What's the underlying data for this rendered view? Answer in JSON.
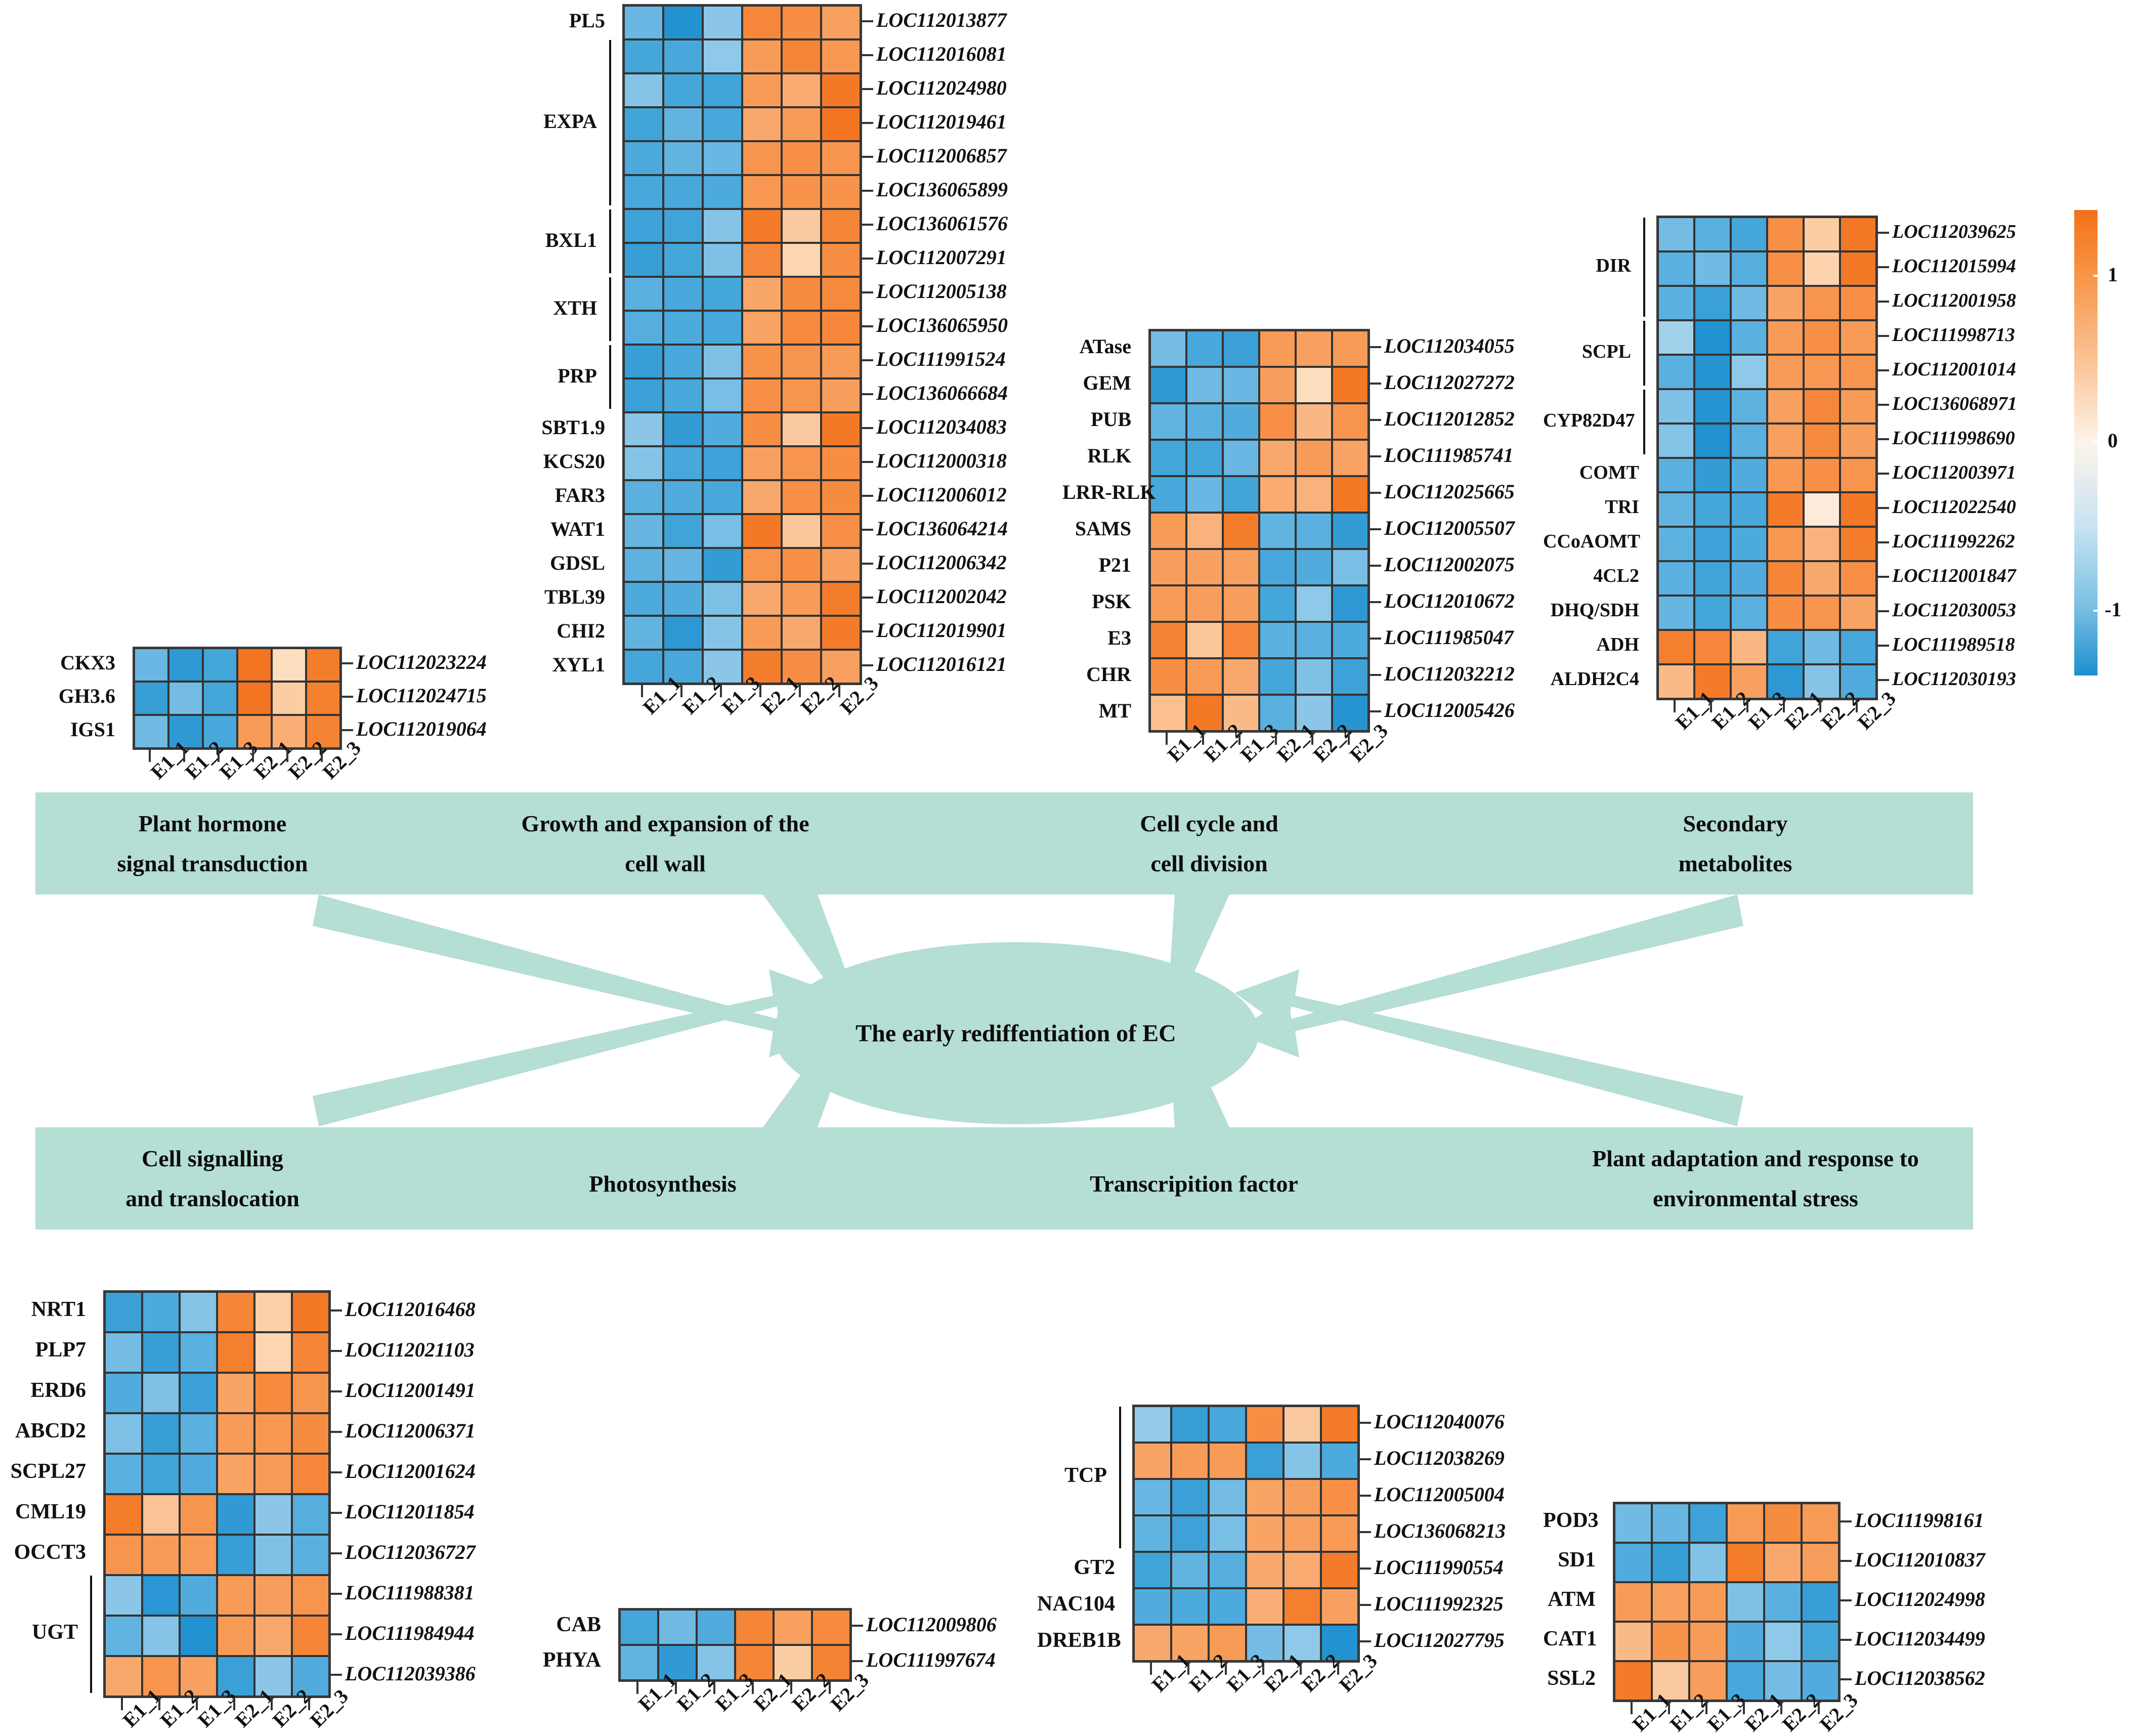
{
  "colors": {
    "accent_teal": "#b5ded4",
    "heat_low": "#1884c7",
    "heat_mid": "#fbf4ee",
    "heat_high": "#f57c20",
    "grid_border": "#333333"
  },
  "center": {
    "label": "The early rediffentiation of EC",
    "label_text": "The early rediffentiation of EC"
  },
  "banners": {
    "top": [
      {
        "name": "plant-hormone",
        "lines": [
          "Plant hormone",
          "signal transduction"
        ]
      },
      {
        "name": "growth-cell-wall",
        "lines": [
          "Growth and expansion of the",
          "cell wall"
        ]
      },
      {
        "name": "cell-cycle",
        "lines": [
          "Cell cycle and",
          "cell division"
        ]
      },
      {
        "name": "secondary-metabolites",
        "lines": [
          "Secondary",
          "metabolites"
        ]
      }
    ],
    "bottom": [
      {
        "name": "cell-signalling",
        "lines": [
          "Cell signalling",
          "and translocation"
        ]
      },
      {
        "name": "photosynthesis",
        "lines": [
          "Photosynthesis",
          ""
        ]
      },
      {
        "name": "transcription-factor",
        "lines": [
          "Transcripition factor",
          ""
        ]
      },
      {
        "name": "plant-adaptation",
        "lines": [
          "Plant adaptation and response to",
          "environmental stress"
        ]
      }
    ]
  },
  "colorbar": {
    "ticks": [
      "1",
      "0",
      "-1"
    ],
    "min": -1,
    "max": 1
  },
  "chart_data": [
    {
      "id": "plant-hormone",
      "type": "heatmap",
      "title": "Plant hormone signal transduction",
      "categories": [
        "E1_1",
        "E1_2",
        "E1_3",
        "E2_1",
        "E2_2",
        "E2_3"
      ],
      "rows": [
        "CKX3",
        "GH3.6",
        "IGS1"
      ],
      "loci": [
        "LOC112023224",
        "LOC112024715",
        "LOC112019064"
      ],
      "groups": [],
      "zlim": [
        -1,
        1
      ],
      "values": [
        [
          -0.55,
          -0.85,
          -0.72,
          0.95,
          0.18,
          0.88
        ],
        [
          -0.8,
          -0.5,
          -0.72,
          0.95,
          0.28,
          0.85
        ],
        [
          -0.52,
          -0.85,
          -0.7,
          0.62,
          0.48,
          0.82
        ]
      ]
    },
    {
      "id": "growth-cell-wall",
      "type": "heatmap",
      "title": "Growth and expansion of the cell wall",
      "categories": [
        "E1_1",
        "E1_2",
        "E1_3",
        "E2_1",
        "E2_2",
        "E2_3"
      ],
      "rows": [
        "PL5",
        "EXPA",
        "EXPA",
        "EXPA",
        "EXPA",
        "EXPA",
        "BXL1",
        "BXL1",
        "XTH",
        "XTH",
        "PRP",
        "PRP",
        "SBT1.9",
        "KCS20",
        "FAR3",
        "WAT1",
        "GDSL",
        "TBL39",
        "CHI2",
        "XYL1"
      ],
      "row_labels": [
        "PL5",
        "",
        "",
        "",
        "",
        "",
        "",
        "",
        "",
        "",
        "",
        "",
        "SBT1.9",
        "KCS20",
        "FAR3",
        "WAT1",
        "GDSL",
        "TBL39",
        "CHI2",
        "XYL1"
      ],
      "groups": [
        {
          "label": "EXPA",
          "start": 1,
          "end": 5
        },
        {
          "label": "BXL1",
          "start": 6,
          "end": 7
        },
        {
          "label": "XTH",
          "start": 8,
          "end": 9
        },
        {
          "label": "PRP",
          "start": 10,
          "end": 11
        }
      ],
      "loci": [
        "LOC112013877",
        "LOC112016081",
        "LOC112024980",
        "LOC112019461",
        "LOC112006857",
        "LOC136065899",
        "LOC136061576",
        "LOC112007291",
        "LOC112005138",
        "LOC136065950",
        "LOC111991524",
        "LOC136066684",
        "LOC112034083",
        "LOC112000318",
        "LOC112006012",
        "LOC136064214",
        "LOC112006342",
        "LOC112002042",
        "LOC112019901",
        "LOC112016121"
      ],
      "zlim": [
        -1,
        1
      ],
      "values": [
        [
          -0.55,
          -0.92,
          -0.4,
          0.78,
          0.72,
          0.58
        ],
        [
          -0.72,
          -0.7,
          -0.38,
          0.62,
          0.8,
          0.64
        ],
        [
          -0.42,
          -0.72,
          -0.74,
          0.62,
          0.5,
          0.92
        ],
        [
          -0.74,
          -0.58,
          -0.7,
          0.52,
          0.62,
          0.95
        ],
        [
          -0.68,
          -0.58,
          -0.55,
          0.66,
          0.7,
          0.66
        ],
        [
          -0.7,
          -0.7,
          -0.68,
          0.64,
          0.68,
          0.68
        ],
        [
          -0.76,
          -0.74,
          -0.42,
          0.9,
          0.3,
          0.8
        ],
        [
          -0.8,
          -0.72,
          -0.45,
          0.78,
          0.22,
          0.72
        ],
        [
          -0.62,
          -0.7,
          -0.72,
          0.54,
          0.74,
          0.76
        ],
        [
          -0.64,
          -0.68,
          -0.7,
          0.56,
          0.76,
          0.78
        ],
        [
          -0.8,
          -0.7,
          -0.45,
          0.68,
          0.66,
          0.62
        ],
        [
          -0.78,
          -0.7,
          -0.48,
          0.7,
          0.66,
          0.6
        ],
        [
          -0.4,
          -0.82,
          -0.66,
          0.72,
          0.3,
          0.92
        ],
        [
          -0.42,
          -0.7,
          -0.76,
          0.58,
          0.66,
          0.72
        ],
        [
          -0.62,
          -0.66,
          -0.7,
          0.52,
          0.7,
          0.74
        ],
        [
          -0.56,
          -0.74,
          -0.48,
          0.92,
          0.32,
          0.7
        ],
        [
          -0.6,
          -0.56,
          -0.82,
          0.66,
          0.7,
          0.58
        ],
        [
          -0.68,
          -0.66,
          -0.46,
          0.52,
          0.62,
          0.88
        ],
        [
          -0.58,
          -0.86,
          -0.42,
          0.62,
          0.52,
          0.9
        ],
        [
          -0.72,
          -0.7,
          -0.4,
          0.88,
          0.72,
          0.58
        ]
      ]
    },
    {
      "id": "cell-cycle",
      "type": "heatmap",
      "title": "Cell cycle and cell division",
      "categories": [
        "E1_1",
        "E1_2",
        "E1_3",
        "E2_1",
        "E2_2",
        "E2_3"
      ],
      "rows": [
        "ATase",
        "GEM",
        "PUB",
        "RLK",
        "LRR-RLK",
        "SAMS",
        "P21",
        "PSK",
        "E3",
        "CHR",
        "MT"
      ],
      "groups": [],
      "loci": [
        "LOC112034055",
        "LOC112027272",
        "LOC112012852",
        "LOC111985741",
        "LOC112025665",
        "LOC112005507",
        "LOC112002075",
        "LOC112010672",
        "LOC111985047",
        "LOC112032212",
        "LOC112005426"
      ],
      "zlim": [
        -1,
        1
      ],
      "values": [
        [
          -0.5,
          -0.7,
          -0.78,
          0.62,
          0.58,
          0.62
        ],
        [
          -0.85,
          -0.52,
          -0.55,
          0.6,
          0.18,
          0.92
        ],
        [
          -0.58,
          -0.62,
          -0.66,
          0.7,
          0.42,
          0.66
        ],
        [
          -0.72,
          -0.72,
          -0.55,
          0.52,
          0.62,
          0.56
        ],
        [
          -0.7,
          -0.55,
          -0.74,
          0.5,
          0.45,
          0.92
        ],
        [
          0.62,
          0.45,
          0.88,
          -0.58,
          -0.62,
          -0.82
        ],
        [
          0.6,
          0.58,
          0.58,
          -0.7,
          -0.66,
          -0.48
        ],
        [
          0.62,
          0.6,
          0.6,
          -0.72,
          -0.38,
          -0.86
        ],
        [
          0.82,
          0.32,
          0.78,
          -0.62,
          -0.62,
          -0.68
        ],
        [
          0.72,
          0.62,
          0.52,
          -0.72,
          -0.45,
          -0.76
        ],
        [
          0.36,
          0.92,
          0.4,
          -0.62,
          -0.4,
          -0.9
        ]
      ]
    },
    {
      "id": "secondary-metabolites",
      "type": "heatmap",
      "title": "Secondary metabolites",
      "categories": [
        "E1_1",
        "E1_2",
        "E1_3",
        "E2_1",
        "E2_2",
        "E2_3"
      ],
      "rows": [
        "DIR",
        "DIR",
        "DIR",
        "SCPL",
        "SCPL",
        "CYP82D47",
        "CYP82D47",
        "COMT",
        "TRI",
        "CCoAOMT",
        "4CL2",
        "DHQ/SDH",
        "ADH",
        "ALDH2C4"
      ],
      "row_labels": [
        "",
        "",
        "",
        "",
        "",
        "",
        "",
        "COMT",
        "TRI",
        "CCoAOMT",
        "4CL2",
        "DHQ/SDH",
        "ADH",
        "ALDH2C4"
      ],
      "groups": [
        {
          "label": "DIR",
          "start": 0,
          "end": 2
        },
        {
          "label": "SCPL",
          "start": 3,
          "end": 4
        },
        {
          "label": "CYP82D47",
          "start": 5,
          "end": 6
        }
      ],
      "loci": [
        "LOC112039625",
        "LOC112015994",
        "LOC112001958",
        "LOC111998713",
        "LOC112001014",
        "LOC136068971",
        "LOC111998690",
        "LOC112003971",
        "LOC112022540",
        "LOC111992262",
        "LOC112001847",
        "LOC112030053",
        "LOC111989518",
        "LOC112030193"
      ],
      "zlim": [
        -1,
        1
      ],
      "values": [
        [
          -0.5,
          -0.62,
          -0.72,
          0.7,
          0.28,
          0.92
        ],
        [
          -0.62,
          -0.52,
          -0.64,
          0.7,
          0.24,
          0.92
        ],
        [
          -0.62,
          -0.78,
          -0.52,
          0.55,
          0.66,
          0.7
        ],
        [
          -0.3,
          -0.92,
          -0.62,
          0.62,
          0.7,
          0.62
        ],
        [
          -0.62,
          -0.9,
          -0.38,
          0.62,
          0.64,
          0.66
        ],
        [
          -0.45,
          -0.9,
          -0.6,
          0.58,
          0.78,
          0.62
        ],
        [
          -0.42,
          -0.92,
          -0.62,
          0.58,
          0.76,
          0.6
        ],
        [
          -0.62,
          -0.82,
          -0.66,
          0.64,
          0.7,
          0.66
        ],
        [
          -0.58,
          -0.72,
          -0.7,
          0.9,
          0.1,
          0.92
        ],
        [
          -0.6,
          -0.76,
          -0.68,
          0.64,
          0.45,
          0.88
        ],
        [
          -0.62,
          -0.74,
          -0.66,
          0.8,
          0.52,
          0.7
        ],
        [
          -0.56,
          -0.72,
          -0.62,
          0.72,
          0.66,
          0.56
        ],
        [
          0.86,
          0.78,
          0.42,
          -0.74,
          -0.52,
          -0.7
        ],
        [
          0.4,
          0.9,
          0.58,
          -0.86,
          -0.42,
          -0.66
        ]
      ]
    },
    {
      "id": "cell-signalling",
      "type": "heatmap",
      "title": "Cell signalling and translocation",
      "categories": [
        "E1_1",
        "E1_2",
        "E1_3",
        "E2_1",
        "E2_2",
        "E2_3"
      ],
      "rows": [
        "NRT1",
        "PLP7",
        "ERD6",
        "ABCD2",
        "SCPL27",
        "CML19",
        "OCCT3",
        "UGT",
        "UGT",
        "UGT"
      ],
      "row_labels": [
        "NRT1",
        "PLP7",
        "ERD6",
        "ABCD2",
        "SCPL27",
        "CML19",
        "OCCT3",
        "",
        "",
        ""
      ],
      "groups": [
        {
          "label": "UGT",
          "start": 7,
          "end": 9
        }
      ],
      "loci": [
        "LOC112016468",
        "LOC112021103",
        "LOC112001491",
        "LOC112006371",
        "LOC112001624",
        "LOC112011854",
        "LOC112036727",
        "LOC111988381",
        "LOC111984944",
        "LOC112039386"
      ],
      "zlim": [
        -1,
        1
      ],
      "values": [
        [
          -0.78,
          -0.68,
          -0.42,
          0.8,
          0.26,
          0.92
        ],
        [
          -0.5,
          -0.8,
          -0.62,
          0.86,
          0.22,
          0.8
        ],
        [
          -0.66,
          -0.45,
          -0.78,
          0.56,
          0.76,
          0.66
        ],
        [
          -0.45,
          -0.8,
          -0.62,
          0.62,
          0.64,
          0.74
        ],
        [
          -0.62,
          -0.74,
          -0.66,
          0.56,
          0.62,
          0.78
        ],
        [
          0.88,
          0.34,
          0.66,
          -0.84,
          -0.4,
          -0.64
        ],
        [
          0.66,
          0.62,
          0.62,
          -0.8,
          -0.45,
          -0.62
        ],
        [
          -0.4,
          -0.88,
          -0.66,
          0.62,
          0.6,
          0.66
        ],
        [
          -0.58,
          -0.42,
          -0.92,
          0.62,
          0.52,
          0.8
        ],
        [
          0.52,
          0.66,
          0.58,
          -0.78,
          -0.4,
          -0.66
        ]
      ]
    },
    {
      "id": "photosynthesis",
      "type": "heatmap",
      "title": "Photosynthesis",
      "categories": [
        "E1_1",
        "E1_2",
        "E1_3",
        "E2_1",
        "E2_2",
        "E2_3"
      ],
      "rows": [
        "CAB",
        "PHYA"
      ],
      "groups": [],
      "loci": [
        "LOC112009806",
        "LOC111997674"
      ],
      "zlim": [
        -1,
        1
      ],
      "values": [
        [
          -0.72,
          -0.52,
          -0.66,
          0.8,
          0.58,
          0.76
        ],
        [
          -0.58,
          -0.84,
          -0.42,
          0.8,
          0.28,
          0.82
        ]
      ]
    },
    {
      "id": "transcription-factor",
      "type": "heatmap",
      "title": "Transcripition factor",
      "categories": [
        "E1_1",
        "E1_2",
        "E1_3",
        "E2_1",
        "E2_2",
        "E2_3"
      ],
      "rows": [
        "TCP",
        "TCP",
        "TCP",
        "TCP",
        "GT2",
        "NAC104",
        "DREB1B"
      ],
      "row_labels": [
        "",
        "",
        "",
        "",
        "GT2",
        "NAC104",
        "DREB1B"
      ],
      "groups": [
        {
          "label": "TCP",
          "start": 0,
          "end": 3
        }
      ],
      "loci": [
        "LOC112040076",
        "LOC112038269",
        "LOC112005004",
        "LOC136068213",
        "LOC111990554",
        "LOC111992325",
        "LOC112027795"
      ],
      "zlim": [
        -1,
        1
      ],
      "values": [
        [
          -0.36,
          -0.8,
          -0.7,
          0.72,
          0.3,
          0.9
        ],
        [
          0.55,
          0.62,
          0.62,
          -0.78,
          -0.42,
          -0.68
        ],
        [
          -0.55,
          -0.78,
          -0.5,
          0.56,
          0.6,
          0.7
        ],
        [
          -0.58,
          -0.76,
          -0.48,
          0.56,
          0.58,
          0.62
        ],
        [
          -0.74,
          -0.58,
          -0.64,
          0.52,
          0.5,
          0.9
        ],
        [
          -0.66,
          -0.68,
          -0.68,
          0.48,
          0.86,
          0.58
        ],
        [
          0.52,
          0.56,
          0.62,
          -0.5,
          -0.38,
          -0.92
        ]
      ]
    },
    {
      "id": "plant-adaptation",
      "type": "heatmap",
      "title": "Plant adaptation and response to environmental stress",
      "categories": [
        "E1_1",
        "E1_2",
        "E1_3",
        "E2_1",
        "E2_2",
        "E2_3"
      ],
      "rows": [
        "POD3",
        "SD1",
        "ATM",
        "CAT1",
        "SSL2"
      ],
      "groups": [],
      "loci": [
        "LOC111998161",
        "LOC112010837",
        "LOC112024998",
        "LOC112034499",
        "LOC112038562"
      ],
      "zlim": [
        -1,
        1
      ],
      "values": [
        [
          -0.52,
          -0.56,
          -0.76,
          0.62,
          0.74,
          0.62
        ],
        [
          -0.66,
          -0.8,
          -0.44,
          0.88,
          0.52,
          0.6
        ],
        [
          0.62,
          0.58,
          0.62,
          -0.45,
          -0.62,
          -0.8
        ],
        [
          0.4,
          0.68,
          0.62,
          -0.66,
          -0.38,
          -0.72
        ],
        [
          0.9,
          0.3,
          0.6,
          -0.7,
          -0.5,
          -0.66
        ]
      ]
    }
  ]
}
